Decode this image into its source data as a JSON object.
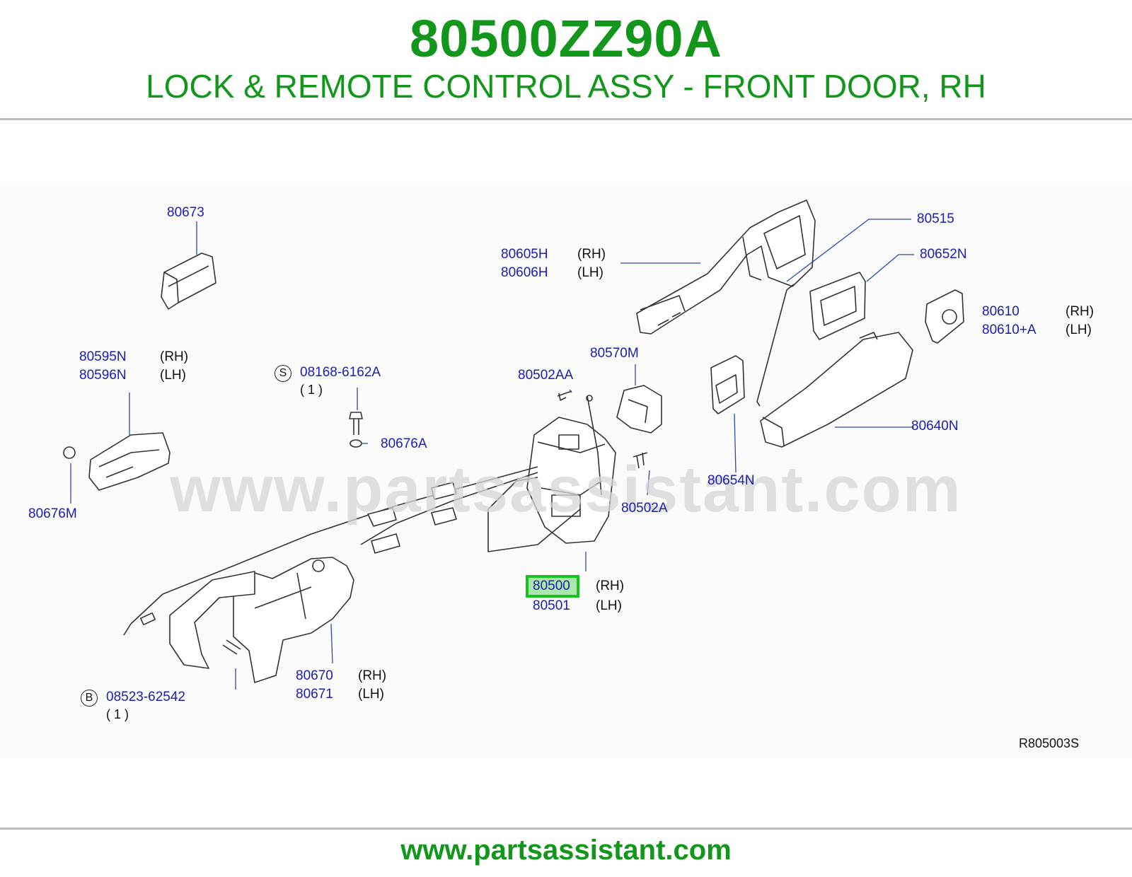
{
  "header": {
    "part_number": "80500ZZ90A",
    "description": "LOCK & REMOTE CONTROL ASSY - FRONT DOOR, RH"
  },
  "watermark": "www.partsassistant.com",
  "footer": {
    "url": "www.partsassistant.com"
  },
  "diagram": {
    "reference": "R805003S",
    "highlight_part": "80500",
    "callouts": {
      "p80673": "80673",
      "p80605H": "80605H",
      "p80605H_side": "(RH)",
      "p80606H": "80606H",
      "p80606H_side": "(LH)",
      "p80515": "80515",
      "p80652N": "80652N",
      "p80610": "80610",
      "p80610_side": "(RH)",
      "p80610A": "80610+A",
      "p80610A_side": "(LH)",
      "p80595N": "80595N",
      "p80595N_side": "(RH)",
      "p80596N": "80596N",
      "p80596N_side": "(LH)",
      "s_marker": "S",
      "p08168": "08168-6162A",
      "p08168_qty": "( 1 )",
      "p80570M": "80570M",
      "p80502AA": "80502AA",
      "p80676A": "80676A",
      "p80640N": "80640N",
      "p80654N": "80654N",
      "p80502A": "80502A",
      "p80676M": "80676M",
      "p80500": "80500",
      "p80500_side": "(RH)",
      "p80501": "80501",
      "p80501_side": "(LH)",
      "p80670": "80670",
      "p80670_side": "(RH)",
      "p80671": "80671",
      "p80671_side": "(LH)",
      "b_marker": "B",
      "p08523": "08523-62542",
      "p08523_qty": "( 1 )"
    }
  },
  "colors": {
    "brand_green": "#12961b",
    "callout_blue": "#1c1cb0",
    "highlight_green": "#19c21e"
  }
}
